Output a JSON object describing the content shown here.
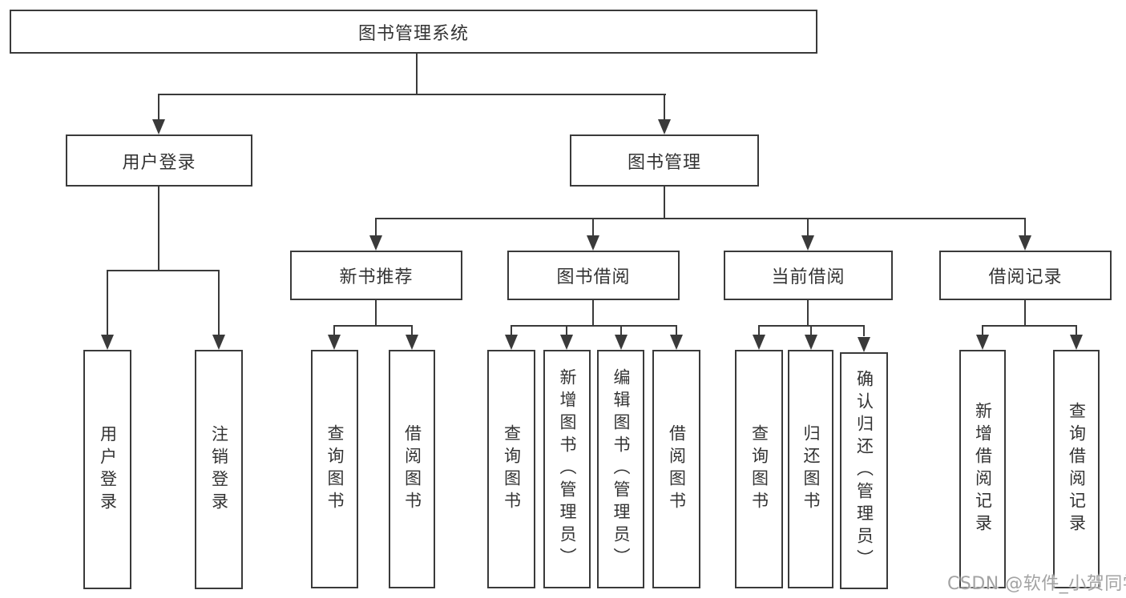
{
  "tree": {
    "root": {
      "label": "图书管理系统",
      "children": [
        {
          "label": "用户登录",
          "children": [
            {
              "label": "用户登录"
            },
            {
              "label": "注销登录"
            }
          ]
        },
        {
          "label": "图书管理",
          "children": [
            {
              "label": "新书推荐",
              "children": [
                {
                  "label": "查询图书"
                },
                {
                  "label": "借阅图书"
                }
              ]
            },
            {
              "label": "图书借阅",
              "children": [
                {
                  "label": "查询图书"
                },
                {
                  "label": "新增图书（管理员）"
                },
                {
                  "label": "编辑图书（管理员）"
                },
                {
                  "label": "借阅图书"
                }
              ]
            },
            {
              "label": "当前借阅",
              "children": [
                {
                  "label": "查询图书"
                },
                {
                  "label": "归还图书"
                },
                {
                  "label": "确认归还（管理员）"
                }
              ]
            },
            {
              "label": "借阅记录",
              "children": [
                {
                  "label": "新增借阅记录"
                },
                {
                  "label": "查询借阅记录"
                }
              ]
            }
          ]
        }
      ]
    }
  },
  "watermark": {
    "text": "CSDN @软件_小贺同学",
    "color": "#9e9e9e"
  },
  "colors": {
    "line": "#3a3a3a",
    "box_border": "#3a3a3a",
    "box_fill": "#ffffff",
    "text": "#333333",
    "background": "#ffffff"
  }
}
